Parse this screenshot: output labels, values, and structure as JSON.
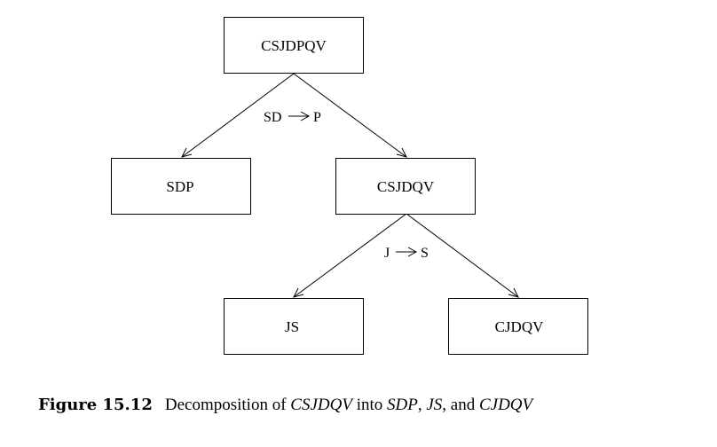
{
  "diagram": {
    "nodes": [
      {
        "id": "root",
        "label": "CSJDPQV"
      },
      {
        "id": "sdp",
        "label": "SDP"
      },
      {
        "id": "csjdqv",
        "label": "CSJDQV"
      },
      {
        "id": "js",
        "label": "JS"
      },
      {
        "id": "cjdqv",
        "label": "CJDQV"
      }
    ],
    "decompositions": [
      {
        "lhs": "SD",
        "rhs": "P"
      },
      {
        "lhs": "J",
        "rhs": "S"
      }
    ]
  },
  "caption": {
    "label": "Figure 15.12",
    "text_1": "Decomposition of ",
    "rel_main": "CSJDQV",
    "text_2": " into ",
    "rel_a": "SDP",
    "sep_1": ", ",
    "rel_b": "JS",
    "sep_2": ", and ",
    "rel_c": "CJDQV"
  }
}
